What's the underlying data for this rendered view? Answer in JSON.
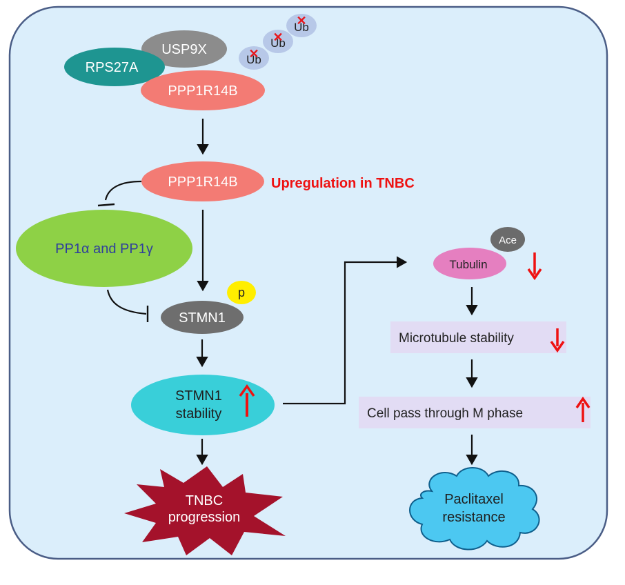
{
  "colors": {
    "panel_fill": "#dbeefb",
    "panel_stroke": "#4a5d86",
    "ppp1r14b": "#f37b74",
    "rps27a": "#1e9591",
    "usp9x": "#8c8c8c",
    "ub_fill": "#b7c8e8",
    "pp1": "#8ed146",
    "pp1_text": "#2f3f9c",
    "stmn1": "#6e6e6e",
    "phospho": "#ffee00",
    "stmn1_stability": "#39cfd9",
    "tubulin": "#e57fc0",
    "ace": "#6b6b6b",
    "box_fill": "#e2dcf4",
    "up_red": "#ee1111",
    "tnbc_starburst": "#a4122b",
    "cloud_fill": "#4cc8f1",
    "cloud_stroke": "#0f5f8c"
  },
  "complex": {
    "usp9x": "USP9X",
    "rps27a": "RPS27A",
    "ppp1r14b": "PPP1R14B",
    "ub_labels": [
      "Ub",
      "Ub",
      "Ub"
    ],
    "ub_mark": "✕"
  },
  "upregulated": {
    "protein": "PPP1R14B",
    "annotation": "Upregulation in TNBC"
  },
  "pp1": {
    "label": "PP1α and PP1γ"
  },
  "stmn1": {
    "label": "STMN1",
    "phospho": "p"
  },
  "stmn1_stability": {
    "line1": "STMN1",
    "line2": "stability",
    "change": "up"
  },
  "tnbc": {
    "line1": "TNBC",
    "line2": "progression"
  },
  "tubulin": {
    "label": "Tubulin",
    "modifier": "Ace",
    "change": "down"
  },
  "microtubule": {
    "label": "Microtubule stability",
    "change": "down"
  },
  "m_phase": {
    "label": "Cell pass through M phase",
    "change": "up"
  },
  "paclitaxel": {
    "line1": "Paclitaxel",
    "line2": "resistance"
  }
}
